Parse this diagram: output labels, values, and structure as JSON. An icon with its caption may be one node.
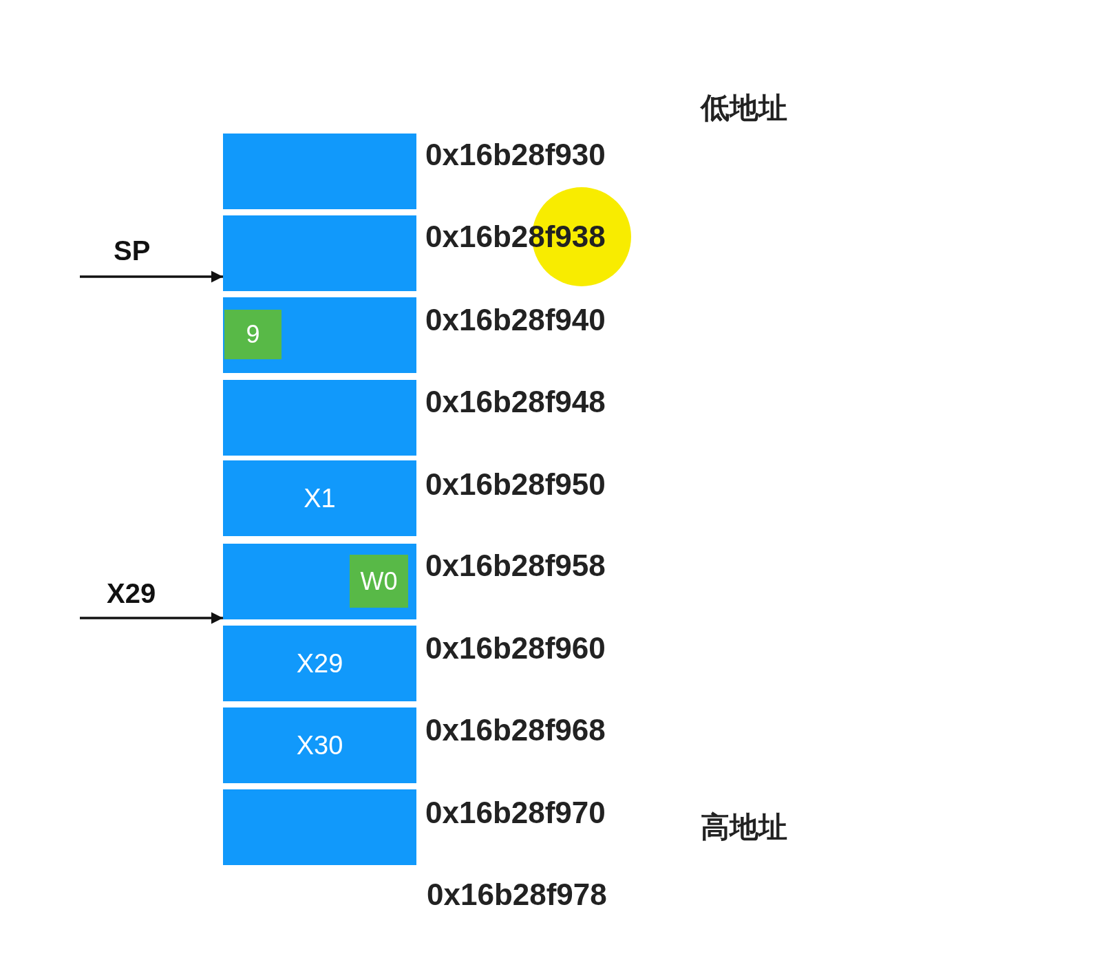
{
  "diagram": {
    "nodes": [
      {
        "text": [],
        "shape": "box"
      },
      {
        "text": [
          "SP"
        ]
      },
      {
        "text": [],
        "shape": "box"
      },
      {
        "text": [],
        "shape": "box"
      },
      {
        "text": [
          "9"
        ],
        "in": 3
      },
      {
        "text": [],
        "shape": "box"
      },
      {
        "text": [
          "X1"
        ]
      },
      {
        "text": [
          "X29"
        ]
      },
      {
        "text": [],
        "shape": "box"
      },
      {
        "text": [
          "W0"
        ],
        "in": 8
      },
      {
        "text": [
          "X29"
        ]
      },
      {
        "text": [
          "X30"
        ]
      },
      {
        "text": [],
        "shape": "box"
      }
    ],
    "edges": [
      {
        "from": 1,
        "to": 2,
        "arrow": "to"
      },
      {
        "from": 7,
        "to": 8,
        "arrow": "to"
      }
    ],
    "labels": [
      "低地址",
      "0x16b28f930",
      "0x16b28f938",
      "0x16b28f940",
      "0x16b28f948",
      "0x16b28f950",
      "0x16b28f958",
      "0x16b28f960",
      "0x16b28f968",
      "0x16b28f970",
      "高地址",
      "0x16b28f978"
    ]
  }
}
